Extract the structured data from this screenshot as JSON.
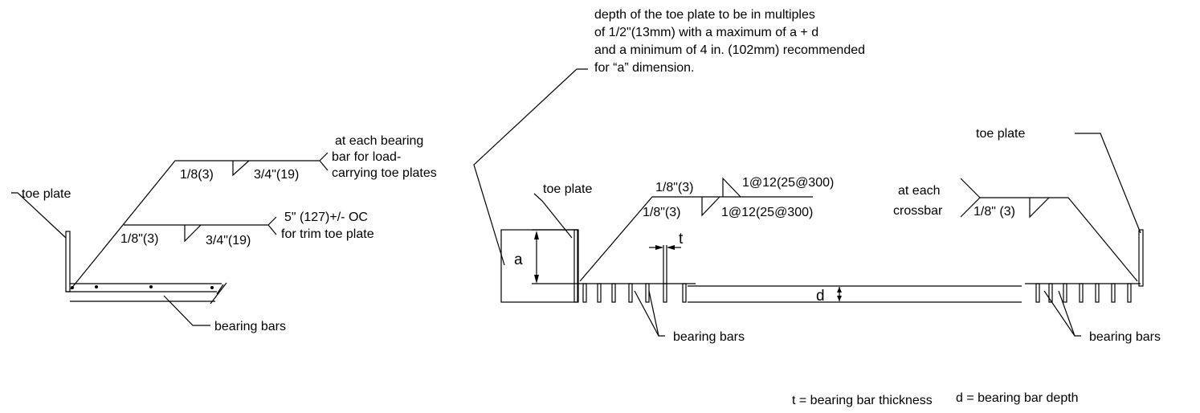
{
  "labels": {
    "note_line1": "depth of the toe plate to be in multiples",
    "note_line2": "of 1/2\"(13mm) with a maximum of a + d",
    "note_line3": "and a minimum of 4 in. (102mm) recommended",
    "note_line4": "for “a” dimension.",
    "left_toe_plate": "toe plate",
    "left_bearing_bars": "bearing bars",
    "load_note_line1": "at each bearing",
    "load_note_line2": "bar for load-",
    "load_note_line3": "carrying toe plates",
    "weld_top_size": "1/8(3)",
    "weld_top_length": "3/4\"(19)",
    "trim_note_line1": "5\" (127)+/- OC",
    "trim_note_line2": "for trim toe plate",
    "weld_low_size": "1/8\"(3)",
    "weld_low_length": "3/4\"(19)",
    "mid_toe_plate": "toe plate",
    "dim_a": "a",
    "dim_t": "t",
    "dim_d": "d",
    "mid_weld_top_size": "1/8\"(3)",
    "mid_weld_top_pitch": "1@12(25@300)",
    "mid_weld_low_size": "1/8\"(3)",
    "mid_weld_low_pitch": "1@12(25@300)",
    "mid_bearing_bars": "bearing bars",
    "crossbar_line1": "at each",
    "crossbar_line2": "crossbar",
    "crossbar_weld": "1/8\" (3)",
    "right_toe_plate": "toe plate",
    "right_bearing_bars": "bearing bars",
    "legend_t": "t = bearing bar thickness",
    "legend_d": "d = bearing bar depth"
  }
}
